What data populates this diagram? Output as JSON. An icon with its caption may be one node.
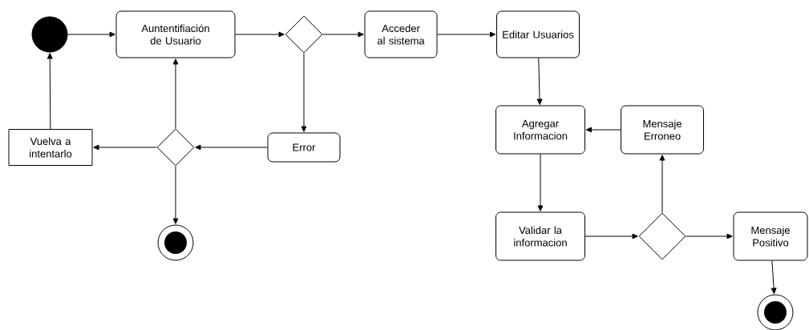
{
  "diagram": {
    "nodes": [
      {
        "text": [],
        "shape": "circle"
      },
      {
        "text": [
          "Auntentifiación de Usuario"
        ]
      },
      {
        "text": [],
        "shape": "diamond"
      },
      {
        "text": [
          "Acceder al sistema"
        ]
      },
      {
        "text": [
          "Editar Usuarios"
        ]
      },
      {
        "text": [
          "Error"
        ]
      },
      {
        "text": [],
        "shape": "diamond"
      },
      {
        "text": [
          "Vuelva a intentarlo"
        ]
      },
      {
        "text": [],
        "shape": "bullseye"
      },
      {
        "text": [
          "Agregar Informacion"
        ]
      },
      {
        "text": [
          "Mensaje Erroneo"
        ]
      },
      {
        "text": [
          "Validar la informacion"
        ]
      },
      {
        "text": [],
        "shape": "diamond"
      },
      {
        "text": [
          "Mensaje Positivo"
        ]
      },
      {
        "text": [],
        "shape": "bullseye"
      }
    ],
    "edges": [
      {
        "from": 0,
        "to": 1,
        "arrow": "to"
      },
      {
        "from": 1,
        "to": 2,
        "arrow": "to"
      },
      {
        "from": 2,
        "to": 3,
        "arrow": "to"
      },
      {
        "from": 3,
        "to": 4,
        "arrow": "to"
      },
      {
        "from": 2,
        "to": 5,
        "arrow": "to"
      },
      {
        "from": 5,
        "to": 6,
        "arrow": "to"
      },
      {
        "from": 6,
        "to": 1,
        "arrow": "to"
      },
      {
        "from": 6,
        "to": 7,
        "arrow": "to"
      },
      {
        "from": 7,
        "to": 0,
        "arrow": "to"
      },
      {
        "from": 6,
        "to": 8,
        "arrow": "to"
      },
      {
        "from": 4,
        "to": 9,
        "arrow": "to"
      },
      {
        "from": 10,
        "to": 9,
        "arrow": "to"
      },
      {
        "from": 9,
        "to": 11,
        "arrow": "to"
      },
      {
        "from": 11,
        "to": 12,
        "arrow": "to"
      },
      {
        "from": 12,
        "to": 10,
        "arrow": "to"
      },
      {
        "from": 12,
        "to": 13,
        "arrow": "to"
      },
      {
        "from": 13,
        "to": 14,
        "arrow": "to"
      }
    ]
  }
}
